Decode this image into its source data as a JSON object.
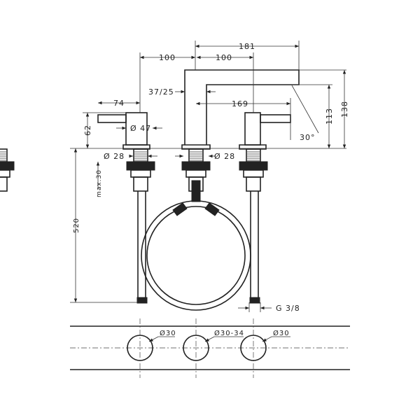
{
  "dimensions": {
    "overall_spout_reach": "181",
    "left_spacing": "100",
    "right_spacing": "100",
    "spout_wall": "37/25",
    "spout_reach": "169",
    "lever_length": "74",
    "handle_diameter": "Ø 47",
    "handle_height": "62",
    "left_shank_diameter": "Ø 28",
    "center_shank_diameter": "Ø 28",
    "max_deck_thickness": "max.30",
    "spout_outlet_height": "113",
    "spout_height": "138",
    "outlet_angle": "30°",
    "hose_length": "520",
    "connection_thread": "G 3/8",
    "hole_left": "Ø30",
    "hole_center": "Ø30-34",
    "hole_right": "Ø30"
  },
  "colors": {
    "line": "#222222",
    "background": "#ffffff"
  }
}
